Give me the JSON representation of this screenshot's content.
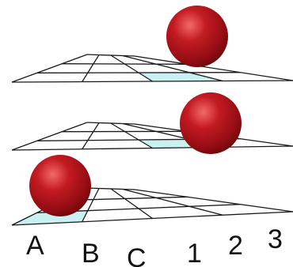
{
  "colors": {
    "sphere": "#b3141c",
    "highlight": "#c9f1f2",
    "grid_line": "#1a1a1a",
    "background": "#ffffff"
  },
  "layers": [
    {
      "name": "top",
      "highlighted_cell": {
        "row": "A",
        "col": "3"
      },
      "sphere": true
    },
    {
      "name": "middle",
      "highlighted_cell": {
        "row": "A",
        "col": "3"
      },
      "sphere": true
    },
    {
      "name": "bottom",
      "highlighted_cell": {
        "row": "A",
        "col": "1"
      },
      "sphere": true
    }
  ],
  "row_labels": [
    "A",
    "B",
    "C"
  ],
  "col_labels": [
    "1",
    "2",
    "3"
  ]
}
